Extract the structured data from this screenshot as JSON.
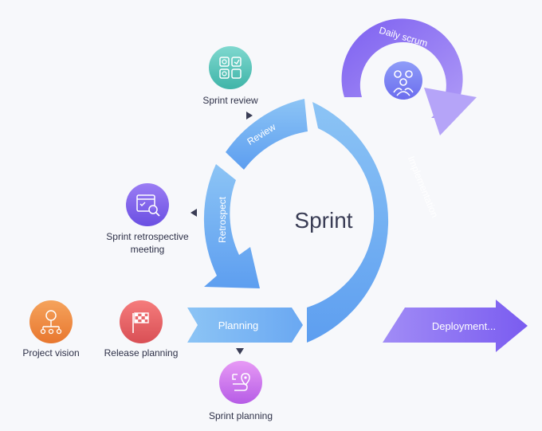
{
  "center_title": "Sprint",
  "arc_labels": {
    "review": "Review",
    "implementation": "Implementation",
    "retrospect": "Retrospect",
    "planning": "Planning",
    "daily_scrum": "Daily scrum",
    "deployment": "Deployment..."
  },
  "nodes": {
    "sprint_review": "Sprint review",
    "sprint_retrospective_line1": "Sprint retrospective",
    "sprint_retrospective_line2": "meeting",
    "project_vision": "Project vision",
    "release_planning": "Release planning",
    "sprint_planning": "Sprint planning"
  },
  "icons": {
    "sprint_review": "emoji-grid-icon",
    "retrospective": "checklist-search-icon",
    "project_vision": "lightbulb-network-icon",
    "release_planning": "flag-icon",
    "sprint_planning": "route-pin-icon",
    "daily_scrum": "team-icon"
  },
  "colors": {
    "arc_blue_light": "#8cc4f5",
    "arc_blue_dark": "#5d9ef0",
    "purple_light": "#9f88f5",
    "purple_dark": "#7a5cf0",
    "title_text": "#3a3d55",
    "label_text": "#2e3148"
  }
}
